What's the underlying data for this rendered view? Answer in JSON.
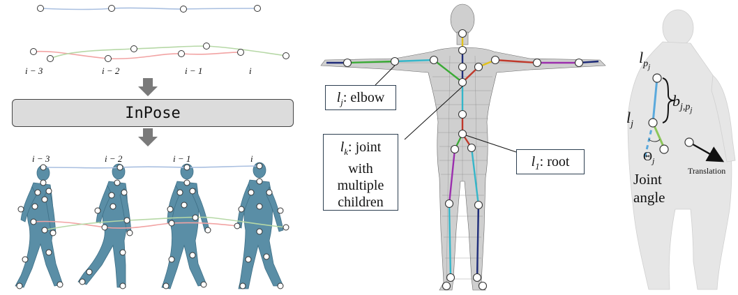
{
  "left_panel": {
    "indices_top": [
      "i − 3",
      "i − 2",
      "i − 1",
      "i"
    ],
    "indices_bottom": [
      "i − 3",
      "i − 2",
      "i − 1",
      "i"
    ],
    "model_label": "InPose",
    "colors": {
      "blue": "#a9bfe0",
      "red": "#f2a3a3",
      "green": "#b6d8a6",
      "figure": "#5a8ea6"
    }
  },
  "middle_panel": {
    "elbow_label": {
      "sym": "l",
      "sub": "j",
      "text": ": elbow"
    },
    "joint_label": {
      "sym": "l",
      "sub": "k",
      "line1": ": joint",
      "line2": "with",
      "line3": "multiple",
      "line4": "children"
    },
    "root_label": {
      "sym": "l",
      "sub": "1",
      "text": ": root"
    },
    "bone_colors": {
      "red": "#c0392b",
      "green": "#3aaa35",
      "cyan": "#35b6c9",
      "navy": "#1f2d7a",
      "purple": "#9b2fae",
      "yellow": "#e2c21a"
    }
  },
  "right_panel": {
    "lpj": {
      "sym": "l",
      "sub": "p",
      "subsub": "j"
    },
    "lj": {
      "sym": "l",
      "sub": "j"
    },
    "bjpj": {
      "sym": "b",
      "sub": "j,p",
      "subsub": "j"
    },
    "theta": {
      "sym": "Θ",
      "sub": "j"
    },
    "joint_angle_line1": "Joint",
    "joint_angle_line2": "angle",
    "translation": "Translation"
  }
}
